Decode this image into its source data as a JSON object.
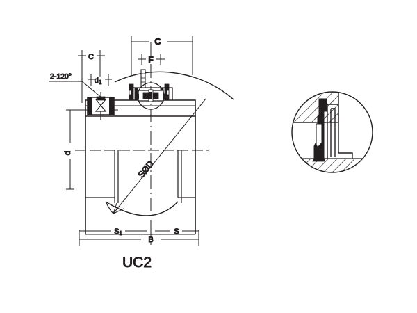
{
  "drawing": {
    "title": "UC2",
    "background": "#ffffff",
    "line_color": "#231f20",
    "fill_color": "#231f20"
  },
  "labels": {
    "c_top": "C",
    "f_top": "F",
    "c_left": "C",
    "d1": "d",
    "d1_sub": "1",
    "angle_note": "2-120°",
    "d_vertical": "d",
    "bore_dia": "SØD",
    "s1": "S",
    "s1_sub": "1",
    "s": "S",
    "b": "B",
    "part_name": "UC2"
  },
  "views": {
    "main": {
      "name": "main-section-view"
    },
    "detail": {
      "name": "seal-detail-circle"
    }
  }
}
